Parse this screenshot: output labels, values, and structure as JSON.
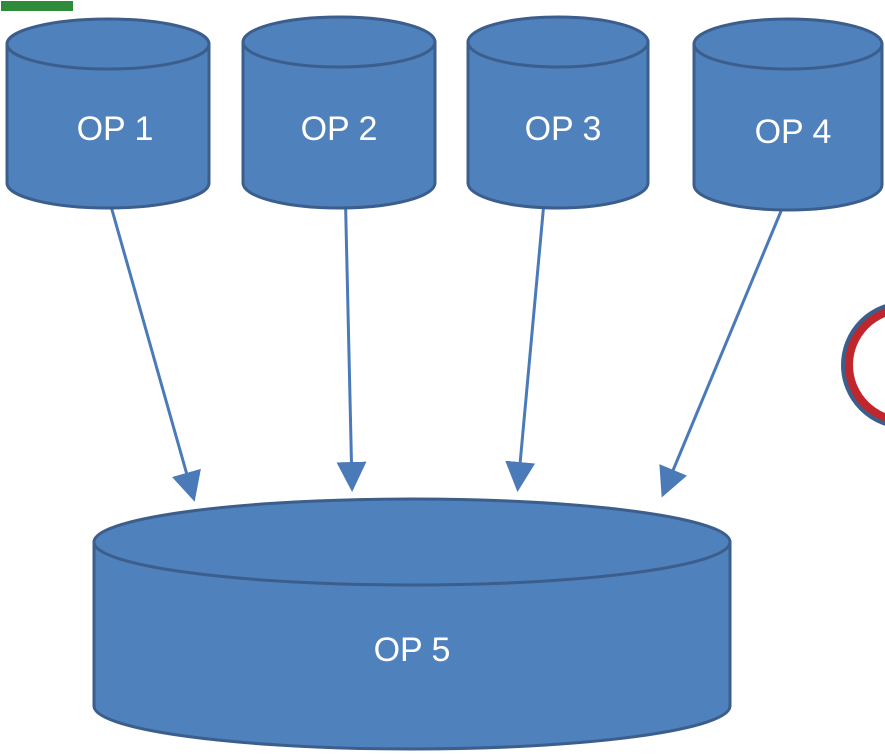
{
  "diagram": {
    "nodes": [
      {
        "id": "op1",
        "label": "OP 1"
      },
      {
        "id": "op2",
        "label": "OP 2"
      },
      {
        "id": "op3",
        "label": "OP 3"
      },
      {
        "id": "op4",
        "label": "OP 4"
      },
      {
        "id": "op5",
        "label": "OP 5"
      }
    ],
    "edges": [
      {
        "from": "op1",
        "to": "op5"
      },
      {
        "from": "op2",
        "to": "op5"
      },
      {
        "from": "op3",
        "to": "op5"
      },
      {
        "from": "op4",
        "to": "op5"
      }
    ],
    "colors": {
      "cylinder_fill": "#4f81bd",
      "cylinder_stroke": "#3b5e8c",
      "arrow": "#4a7ab8",
      "label": "#ffffff",
      "corner_green": "#2e8b3a",
      "partial_circle_red": "#c0272d",
      "partial_circle_ring": "#3b5e8c"
    }
  }
}
